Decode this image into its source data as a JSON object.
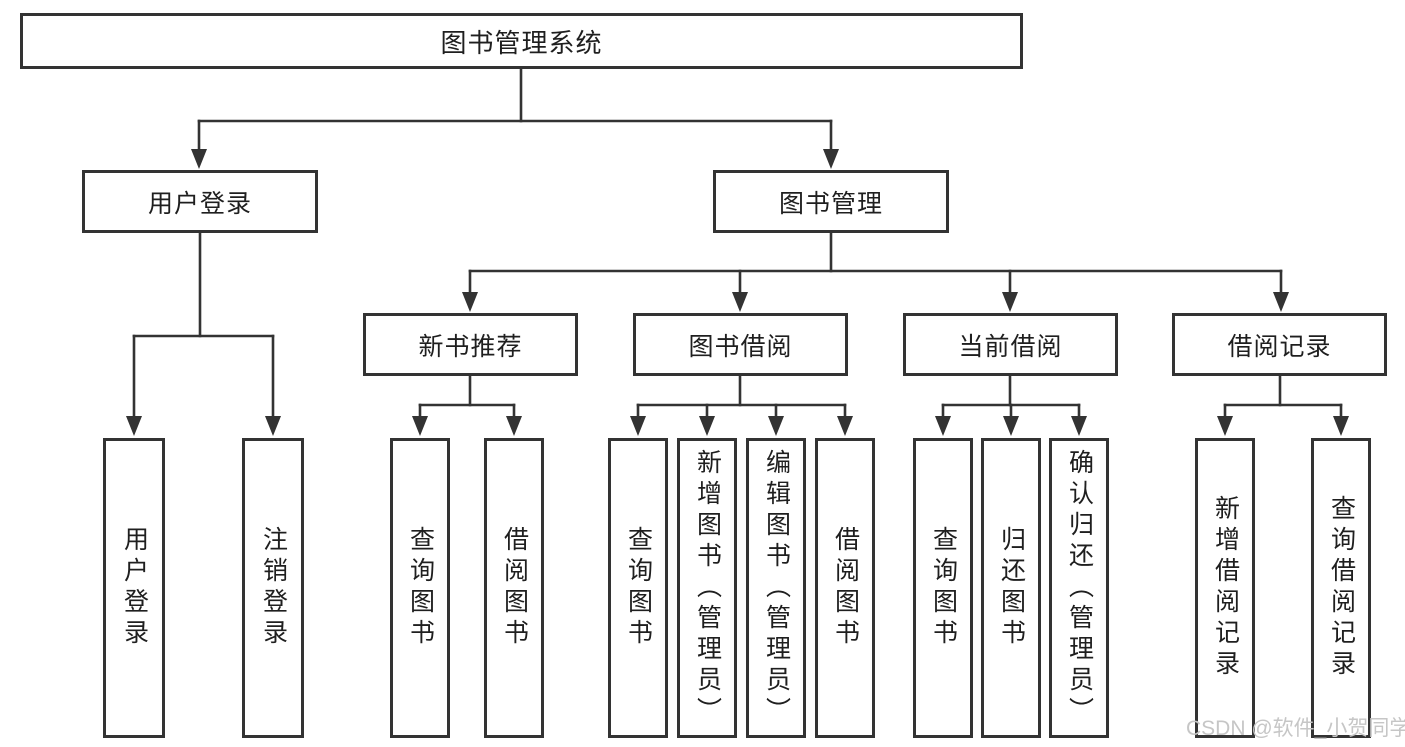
{
  "diagram": {
    "root": {
      "label": "图书管理系统",
      "children": [
        {
          "label": "用户登录",
          "children": [
            {
              "label": "用户登录"
            },
            {
              "label": "注销登录"
            }
          ]
        },
        {
          "label": "图书管理",
          "children": [
            {
              "label": "新书推荐",
              "children": [
                {
                  "label": "查询图书"
                },
                {
                  "label": "借阅图书"
                }
              ]
            },
            {
              "label": "图书借阅",
              "children": [
                {
                  "label": "查询图书"
                },
                {
                  "label": "新增图书（管理员）"
                },
                {
                  "label": "编辑图书（管理员）"
                },
                {
                  "label": "借阅图书"
                }
              ]
            },
            {
              "label": "当前借阅",
              "children": [
                {
                  "label": "查询图书"
                },
                {
                  "label": "归还图书"
                },
                {
                  "label": "确认归还（管理员）"
                }
              ]
            },
            {
              "label": "借阅记录",
              "children": [
                {
                  "label": "新增借阅记录"
                },
                {
                  "label": "查询借阅记录"
                }
              ]
            }
          ]
        }
      ]
    },
    "watermark": "CSDN @软件_小贺同学",
    "colors": {
      "line": "#333333",
      "border": "#333333",
      "text": "#1f1f1f",
      "watermark": "#c6c6c6",
      "background": "#ffffff"
    }
  }
}
